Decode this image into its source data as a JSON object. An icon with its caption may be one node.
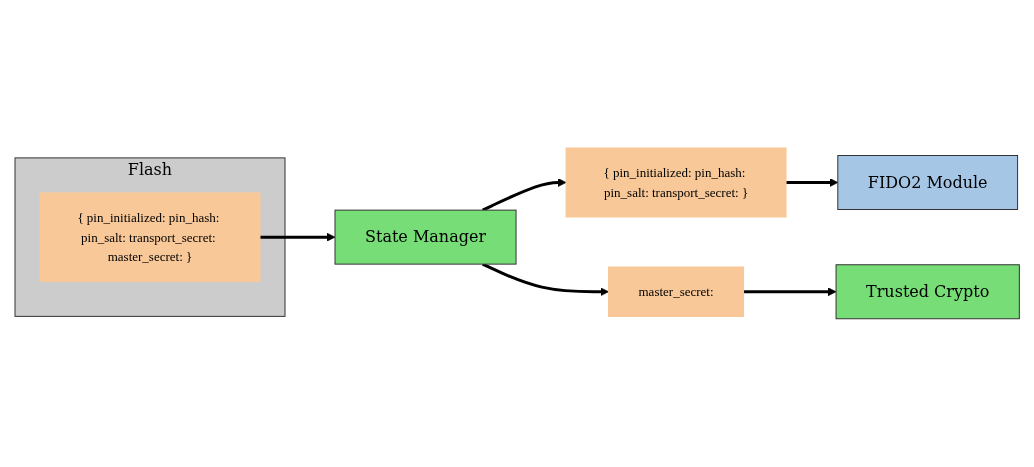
{
  "diagram": {
    "nodes": [
      {
        "text": [
          "Flash"
        ]
      },
      {
        "text": [
          "{ pin_initialized: pin_hash: pin_salt: transport_secret: master_secret: }"
        ],
        "in": 0
      },
      {
        "text": [
          "State Manager"
        ]
      },
      {
        "text": [
          "{ pin_initialized: pin_hash: pin_salt: transport_secret: }"
        ]
      },
      {
        "text": [
          "FIDO2 Module"
        ]
      },
      {
        "text": [
          "master_secret:"
        ]
      },
      {
        "text": [
          "Trusted Crypto"
        ]
      }
    ],
    "edges": [
      {
        "from": 1,
        "to": 2,
        "arrow": "to"
      },
      {
        "from": 2,
        "to": 3,
        "arrow": "to"
      },
      {
        "from": 3,
        "to": 4,
        "arrow": "to"
      },
      {
        "from": 2,
        "to": 5,
        "arrow": "to"
      },
      {
        "from": 5,
        "to": 6,
        "arrow": "to"
      }
    ]
  }
}
